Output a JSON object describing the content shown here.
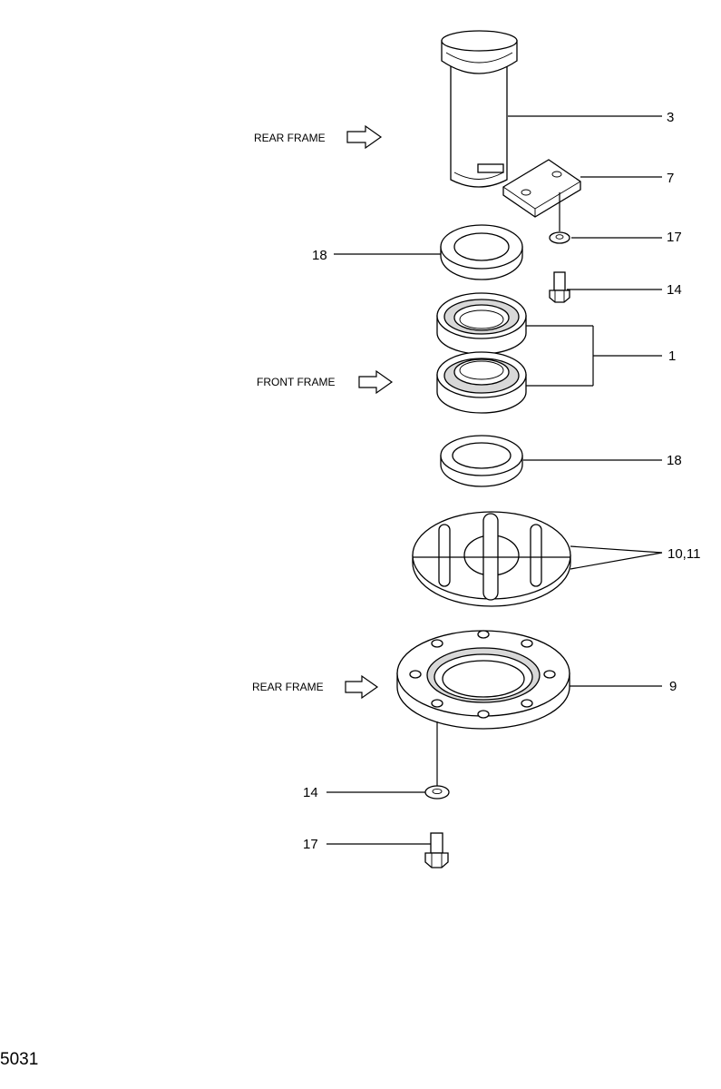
{
  "frame_labels": {
    "rear_top": "REAR FRAME",
    "front": "FRONT FRAME",
    "rear_bottom": "REAR FRAME"
  },
  "callouts": {
    "pin": "3",
    "plate": "7",
    "washer_top": "17",
    "bolt_top": "14",
    "seal_top": "18",
    "bearings": "1",
    "seal_bottom": "18",
    "shims": "10,11",
    "retainer": "9",
    "washer_bottom": "14",
    "bolt_bottom": "17"
  },
  "footer": {
    "page_code": "5031"
  }
}
